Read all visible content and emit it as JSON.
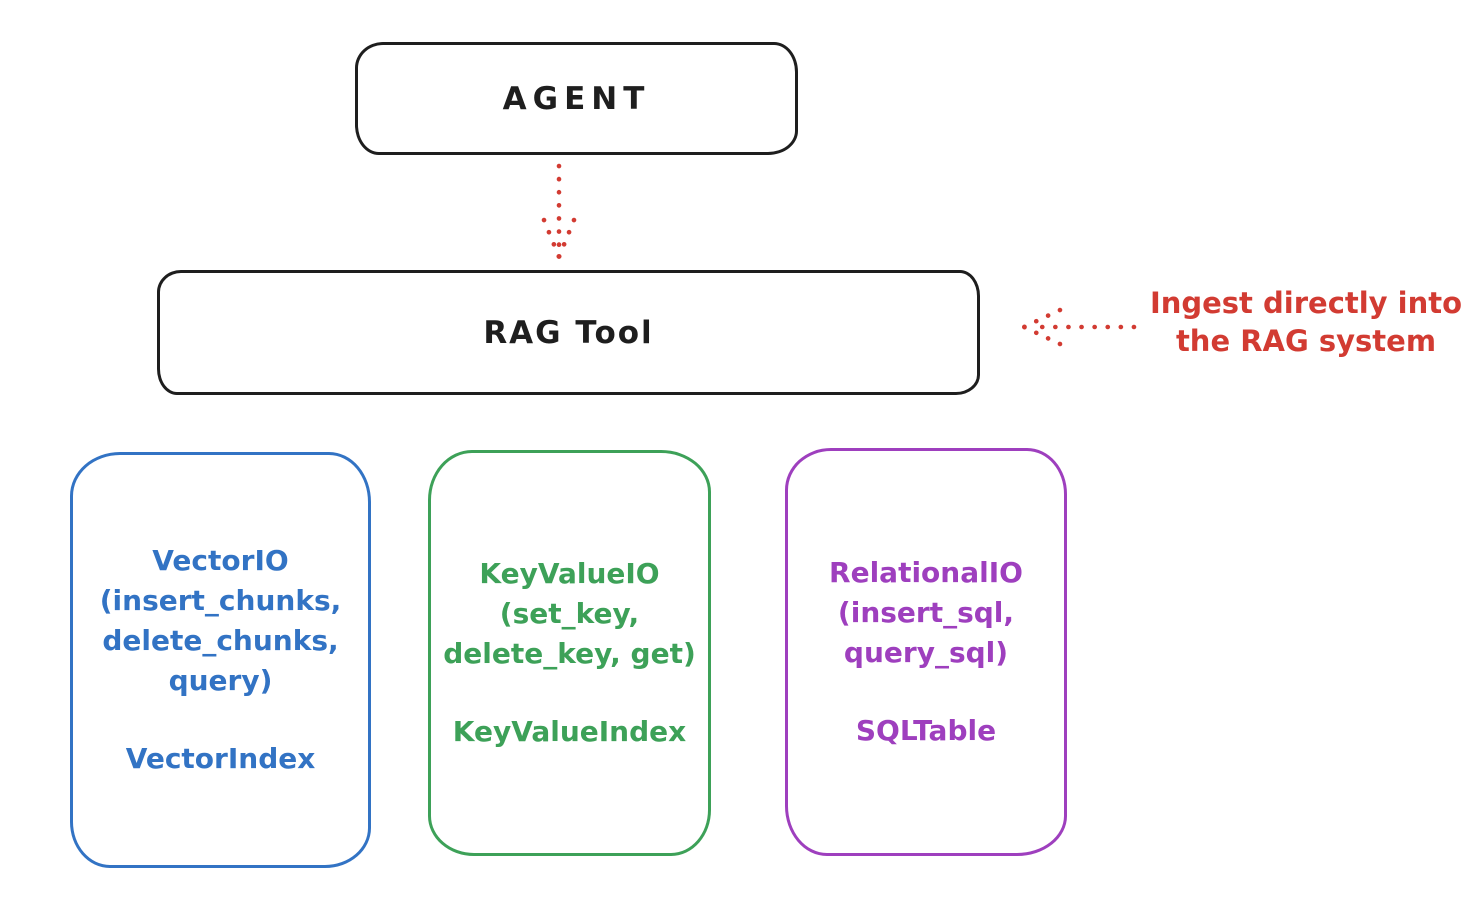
{
  "colors": {
    "ink": "#1e1e1e",
    "red": "#d23b32",
    "blue": "#3273c4",
    "green": "#3da158",
    "purple": "#9e3fbe",
    "bg": "#ffffff"
  },
  "agent_box": {
    "label": "AGENT"
  },
  "rag_tool_box": {
    "label": "RAG Tool"
  },
  "annotation": {
    "line1": "Ingest directly into",
    "line2": "the RAG system"
  },
  "icons": {
    "down_arrow": "dotted-down-arrow",
    "left_arrow": "dotted-left-arrow"
  },
  "io_boxes": [
    {
      "name": "vector-io",
      "color": "#3273c4",
      "title_lines": [
        "VectorIO",
        "(insert_chunks,",
        "delete_chunks,",
        "query)"
      ],
      "index_label": "VectorIndex"
    },
    {
      "name": "keyvalue-io",
      "color": "#3da158",
      "title_lines": [
        "KeyValueIO",
        "(set_key,",
        "delete_key, get)"
      ],
      "index_label": "KeyValueIndex"
    },
    {
      "name": "relational-io",
      "color": "#9e3fbe",
      "title_lines": [
        "RelationalIO",
        "(insert_sql,",
        "query_sql)"
      ],
      "index_label": "SQLTable"
    }
  ]
}
